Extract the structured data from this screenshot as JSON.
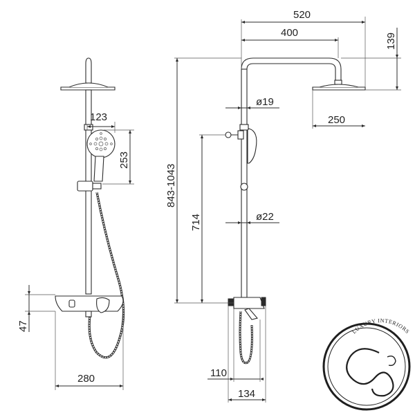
{
  "dimensions": {
    "d520": "520",
    "d400": "400",
    "d139": "139",
    "d19": "ø19",
    "d250": "250",
    "d123": "123",
    "d253": "253",
    "d843": "843-1043",
    "d714": "714",
    "d22": "ø22",
    "d47": "47",
    "d280": "280",
    "d110": "110",
    "d134": "134"
  },
  "logo": {
    "text": "LUXURY INTERIORS"
  }
}
